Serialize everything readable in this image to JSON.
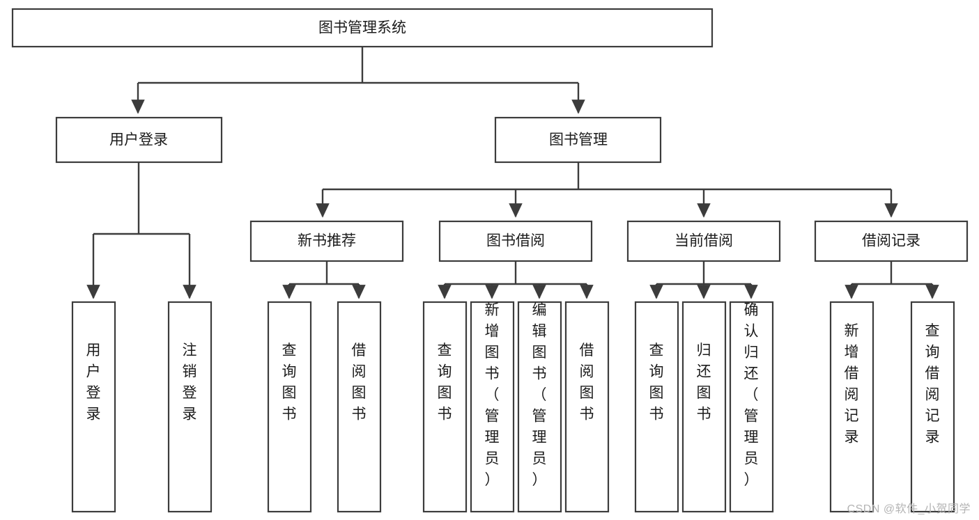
{
  "diagram": {
    "title": "图书管理系统",
    "type": "tree-hierarchy-diagram",
    "colors": {
      "box_stroke": "#3c3c3c",
      "box_fill": "#ffffff",
      "connector": "#3c3c3c",
      "text": "#1b1b1b",
      "watermark": "#b4b4b4",
      "background": "#ffffff"
    },
    "root": {
      "label": "图书管理系统"
    },
    "level2": [
      {
        "label": "用户登录"
      },
      {
        "label": "图书管理"
      }
    ],
    "level3": [
      {
        "label": "新书推荐"
      },
      {
        "label": "图书借阅"
      },
      {
        "label": "当前借阅"
      },
      {
        "label": "借阅记录"
      }
    ],
    "leaves": {
      "user_login": [
        {
          "label": "用户登录"
        },
        {
          "label": "注销登录"
        }
      ],
      "new_book_recommend": [
        {
          "label": "查询图书"
        },
        {
          "label": "借阅图书"
        }
      ],
      "book_borrow": [
        {
          "label": "查询图书"
        },
        {
          "label": "新增图书（管理员）"
        },
        {
          "label": "编辑图书（管理员）"
        },
        {
          "label": "借阅图书"
        }
      ],
      "current_borrow": [
        {
          "label": "查询图书"
        },
        {
          "label": "归还图书"
        },
        {
          "label": "确认归还（管理员）"
        }
      ],
      "borrow_record": [
        {
          "label": "新增借阅记录"
        },
        {
          "label": "查询借阅记录"
        }
      ]
    }
  },
  "watermark": {
    "text": "CSDN @软件_小贺同学"
  }
}
